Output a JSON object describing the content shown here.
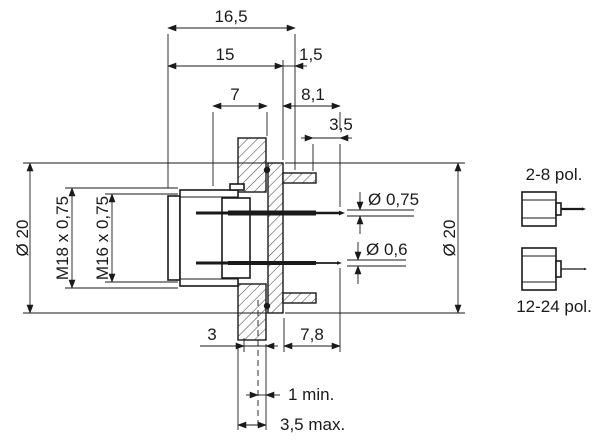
{
  "colors": {
    "ink": "#1a1a1a",
    "background": "#ffffff"
  },
  "drawing": {
    "dims": {
      "total_length": "16,5",
      "body_length": "15",
      "flange_thickness": "1,5",
      "thread_length": "7",
      "front_length": "8,1",
      "pin_protrusion": "3,5",
      "pin_dia_top": "Ø 0,75",
      "pin_dia_bottom": "Ø 0,6",
      "flange_dia_left": "Ø 20",
      "flange_dia_right": "Ø 20",
      "thread_outer": "M18 x 0,75",
      "thread_inner": "M16 x 0,75",
      "rear_gap": "3",
      "front_depth": "7,8",
      "panel_min": "1 min.",
      "panel_max": "3,5 max."
    },
    "variants": {
      "small": "2-8 pol.",
      "large": "12-24 pol."
    }
  }
}
